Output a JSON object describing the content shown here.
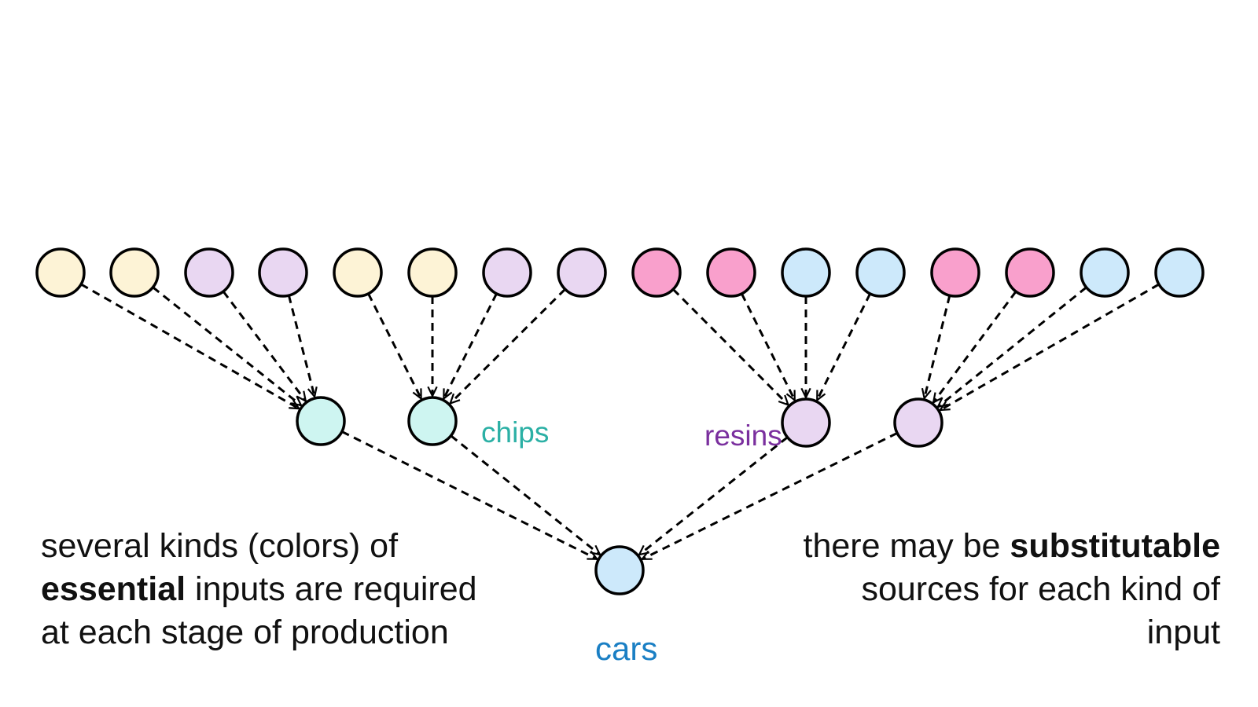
{
  "diagram": {
    "title": "",
    "colors": {
      "yellow": "#fdf3d6",
      "lavender": "#e9d7f2",
      "pink": "#f9a0cc",
      "blue": "#cde9fb",
      "cyan": "#cef5f1"
    },
    "label_colors": {
      "chips": "#2bb0a5",
      "resins": "#7a2f9e",
      "cars": "#1a7fc4"
    },
    "nodes": [
      {
        "id": "s1",
        "tier": 0,
        "color": "yellow"
      },
      {
        "id": "s2",
        "tier": 0,
        "color": "yellow"
      },
      {
        "id": "s3",
        "tier": 0,
        "color": "lavender"
      },
      {
        "id": "s4",
        "tier": 0,
        "color": "lavender"
      },
      {
        "id": "s5",
        "tier": 0,
        "color": "yellow"
      },
      {
        "id": "s6",
        "tier": 0,
        "color": "yellow"
      },
      {
        "id": "s7",
        "tier": 0,
        "color": "lavender"
      },
      {
        "id": "s8",
        "tier": 0,
        "color": "lavender"
      },
      {
        "id": "s9",
        "tier": 0,
        "color": "pink"
      },
      {
        "id": "s10",
        "tier": 0,
        "color": "pink"
      },
      {
        "id": "s11",
        "tier": 0,
        "color": "blue"
      },
      {
        "id": "s12",
        "tier": 0,
        "color": "blue"
      },
      {
        "id": "s13",
        "tier": 0,
        "color": "pink"
      },
      {
        "id": "s14",
        "tier": 0,
        "color": "pink"
      },
      {
        "id": "s15",
        "tier": 0,
        "color": "blue"
      },
      {
        "id": "s16",
        "tier": 0,
        "color": "blue"
      },
      {
        "id": "m1",
        "tier": 1,
        "color": "cyan"
      },
      {
        "id": "m2",
        "tier": 1,
        "color": "cyan",
        "label": "chips"
      },
      {
        "id": "m3",
        "tier": 1,
        "color": "lavender",
        "label": "resins"
      },
      {
        "id": "m4",
        "tier": 1,
        "color": "lavender"
      },
      {
        "id": "cars",
        "tier": 2,
        "color": "blue",
        "label": "cars"
      }
    ],
    "edges": [
      [
        "s1",
        "m1"
      ],
      [
        "s2",
        "m1"
      ],
      [
        "s3",
        "m1"
      ],
      [
        "s4",
        "m1"
      ],
      [
        "s5",
        "m2"
      ],
      [
        "s6",
        "m2"
      ],
      [
        "s7",
        "m2"
      ],
      [
        "s8",
        "m2"
      ],
      [
        "s9",
        "m3"
      ],
      [
        "s10",
        "m3"
      ],
      [
        "s11",
        "m3"
      ],
      [
        "s12",
        "m3"
      ],
      [
        "s13",
        "m4"
      ],
      [
        "s14",
        "m4"
      ],
      [
        "s15",
        "m4"
      ],
      [
        "s16",
        "m4"
      ],
      [
        "m1",
        "cars"
      ],
      [
        "m2",
        "cars"
      ],
      [
        "m3",
        "cars"
      ],
      [
        "m4",
        "cars"
      ]
    ],
    "labels": {
      "chips": "chips",
      "resins": "resins",
      "cars": "cars"
    }
  },
  "captions": {
    "left": {
      "line1": "several kinds (colors) of",
      "line2_bold": "essential",
      "line2_rest": " inputs are required",
      "line3": "at each stage of production"
    },
    "right": {
      "line1_start": "there may be ",
      "line1_bold": "substitutable",
      "line2": "sources for each kind of",
      "line3": "input"
    }
  }
}
